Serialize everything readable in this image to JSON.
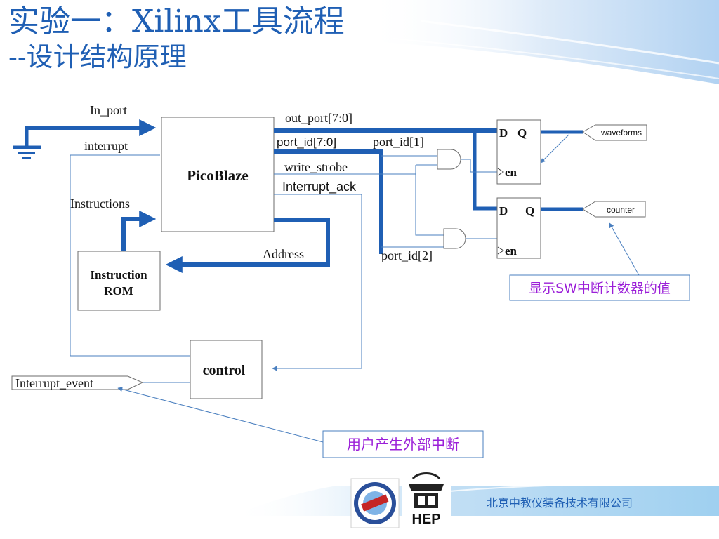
{
  "header": {
    "title": "实验一：Xilinx工具流程",
    "subtitle": "--设计结构原理"
  },
  "blocks": {
    "picoblaze": "PicoBlaze",
    "rom_line1": "Instruction",
    "rom_line2": "ROM",
    "control": "control",
    "ff1_d": "D",
    "ff1_q": "Q",
    "ff1_en": "en",
    "ff2_d": "D",
    "ff2_q": "Q",
    "ff2_en": "en"
  },
  "signals": {
    "in_port": "In_port",
    "interrupt": "interrupt",
    "instructions": "Instructions",
    "address": "Address",
    "out_port": "out_port[7:0]",
    "port_id": "port_id[7:0]",
    "port_id_1": "port_id[1]",
    "port_id_2": "port_id[2]",
    "write_strobe": "write_strobe",
    "interrupt_ack": "Interrupt_ack",
    "interrupt_event": "Interrupt_event"
  },
  "outputs": {
    "waveforms": "waveforms",
    "counter": "counter"
  },
  "callouts": {
    "sw_counter": "显示SW中断计数器的值",
    "user_interrupt": "用户产生外部中断"
  },
  "footer": {
    "company": "北京中教仪装备技术有限公司",
    "hep_label": "HEP"
  },
  "colors": {
    "accent_blue": "#1f5fb4",
    "wire_blue": "#4a7fbf",
    "callout_text": "#9b1fd8"
  }
}
